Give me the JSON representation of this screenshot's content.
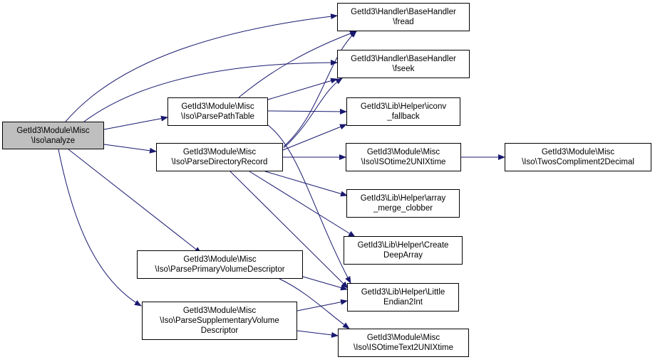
{
  "colors": {
    "edge": "#191970",
    "root_fill": "#bfbfbf",
    "node_fill": "#ffffff",
    "border": "#000000"
  },
  "nodes": {
    "analyze": {
      "lines": [
        "GetId3\\Module\\Misc",
        "\\Iso\\analyze"
      ]
    },
    "fread": {
      "lines": [
        "GetId3\\Handler\\BaseHandler",
        "\\fread"
      ]
    },
    "fseek": {
      "lines": [
        "GetId3\\Handler\\BaseHandler",
        "\\fseek"
      ]
    },
    "ppt": {
      "lines": [
        "GetId3\\Module\\Misc",
        "\\Iso\\ParsePathTable"
      ]
    },
    "iconv": {
      "lines": [
        "GetId3\\Lib\\Helper\\iconv",
        "_fallback"
      ]
    },
    "pdr": {
      "lines": [
        "GetId3\\Module\\Misc",
        "\\Iso\\ParseDirectoryRecord"
      ]
    },
    "iso2unix": {
      "lines": [
        "GetId3\\Module\\Misc",
        "\\Iso\\ISOtime2UNIXtime"
      ]
    },
    "twos": {
      "lines": [
        "GetId3\\Module\\Misc",
        "\\Iso\\TwosCompliment2Decimal"
      ]
    },
    "amc": {
      "lines": [
        "GetId3\\Lib\\Helper\\array",
        "_merge_clobber"
      ]
    },
    "cda": {
      "lines": [
        "GetId3\\Lib\\Helper\\Create",
        "DeepArray"
      ]
    },
    "ppvd": {
      "lines": [
        "GetId3\\Module\\Misc",
        "\\Iso\\ParsePrimaryVolumeDescriptor"
      ]
    },
    "little": {
      "lines": [
        "GetId3\\Lib\\Helper\\Little",
        "Endian2Int"
      ]
    },
    "psvd": {
      "lines": [
        "GetId3\\Module\\Misc",
        "\\Iso\\ParseSupplementaryVolume",
        "Descriptor"
      ]
    },
    "isotext": {
      "lines": [
        "GetId3\\Module\\Misc",
        "\\Iso\\ISOtimeText2UNIXtime"
      ]
    }
  }
}
